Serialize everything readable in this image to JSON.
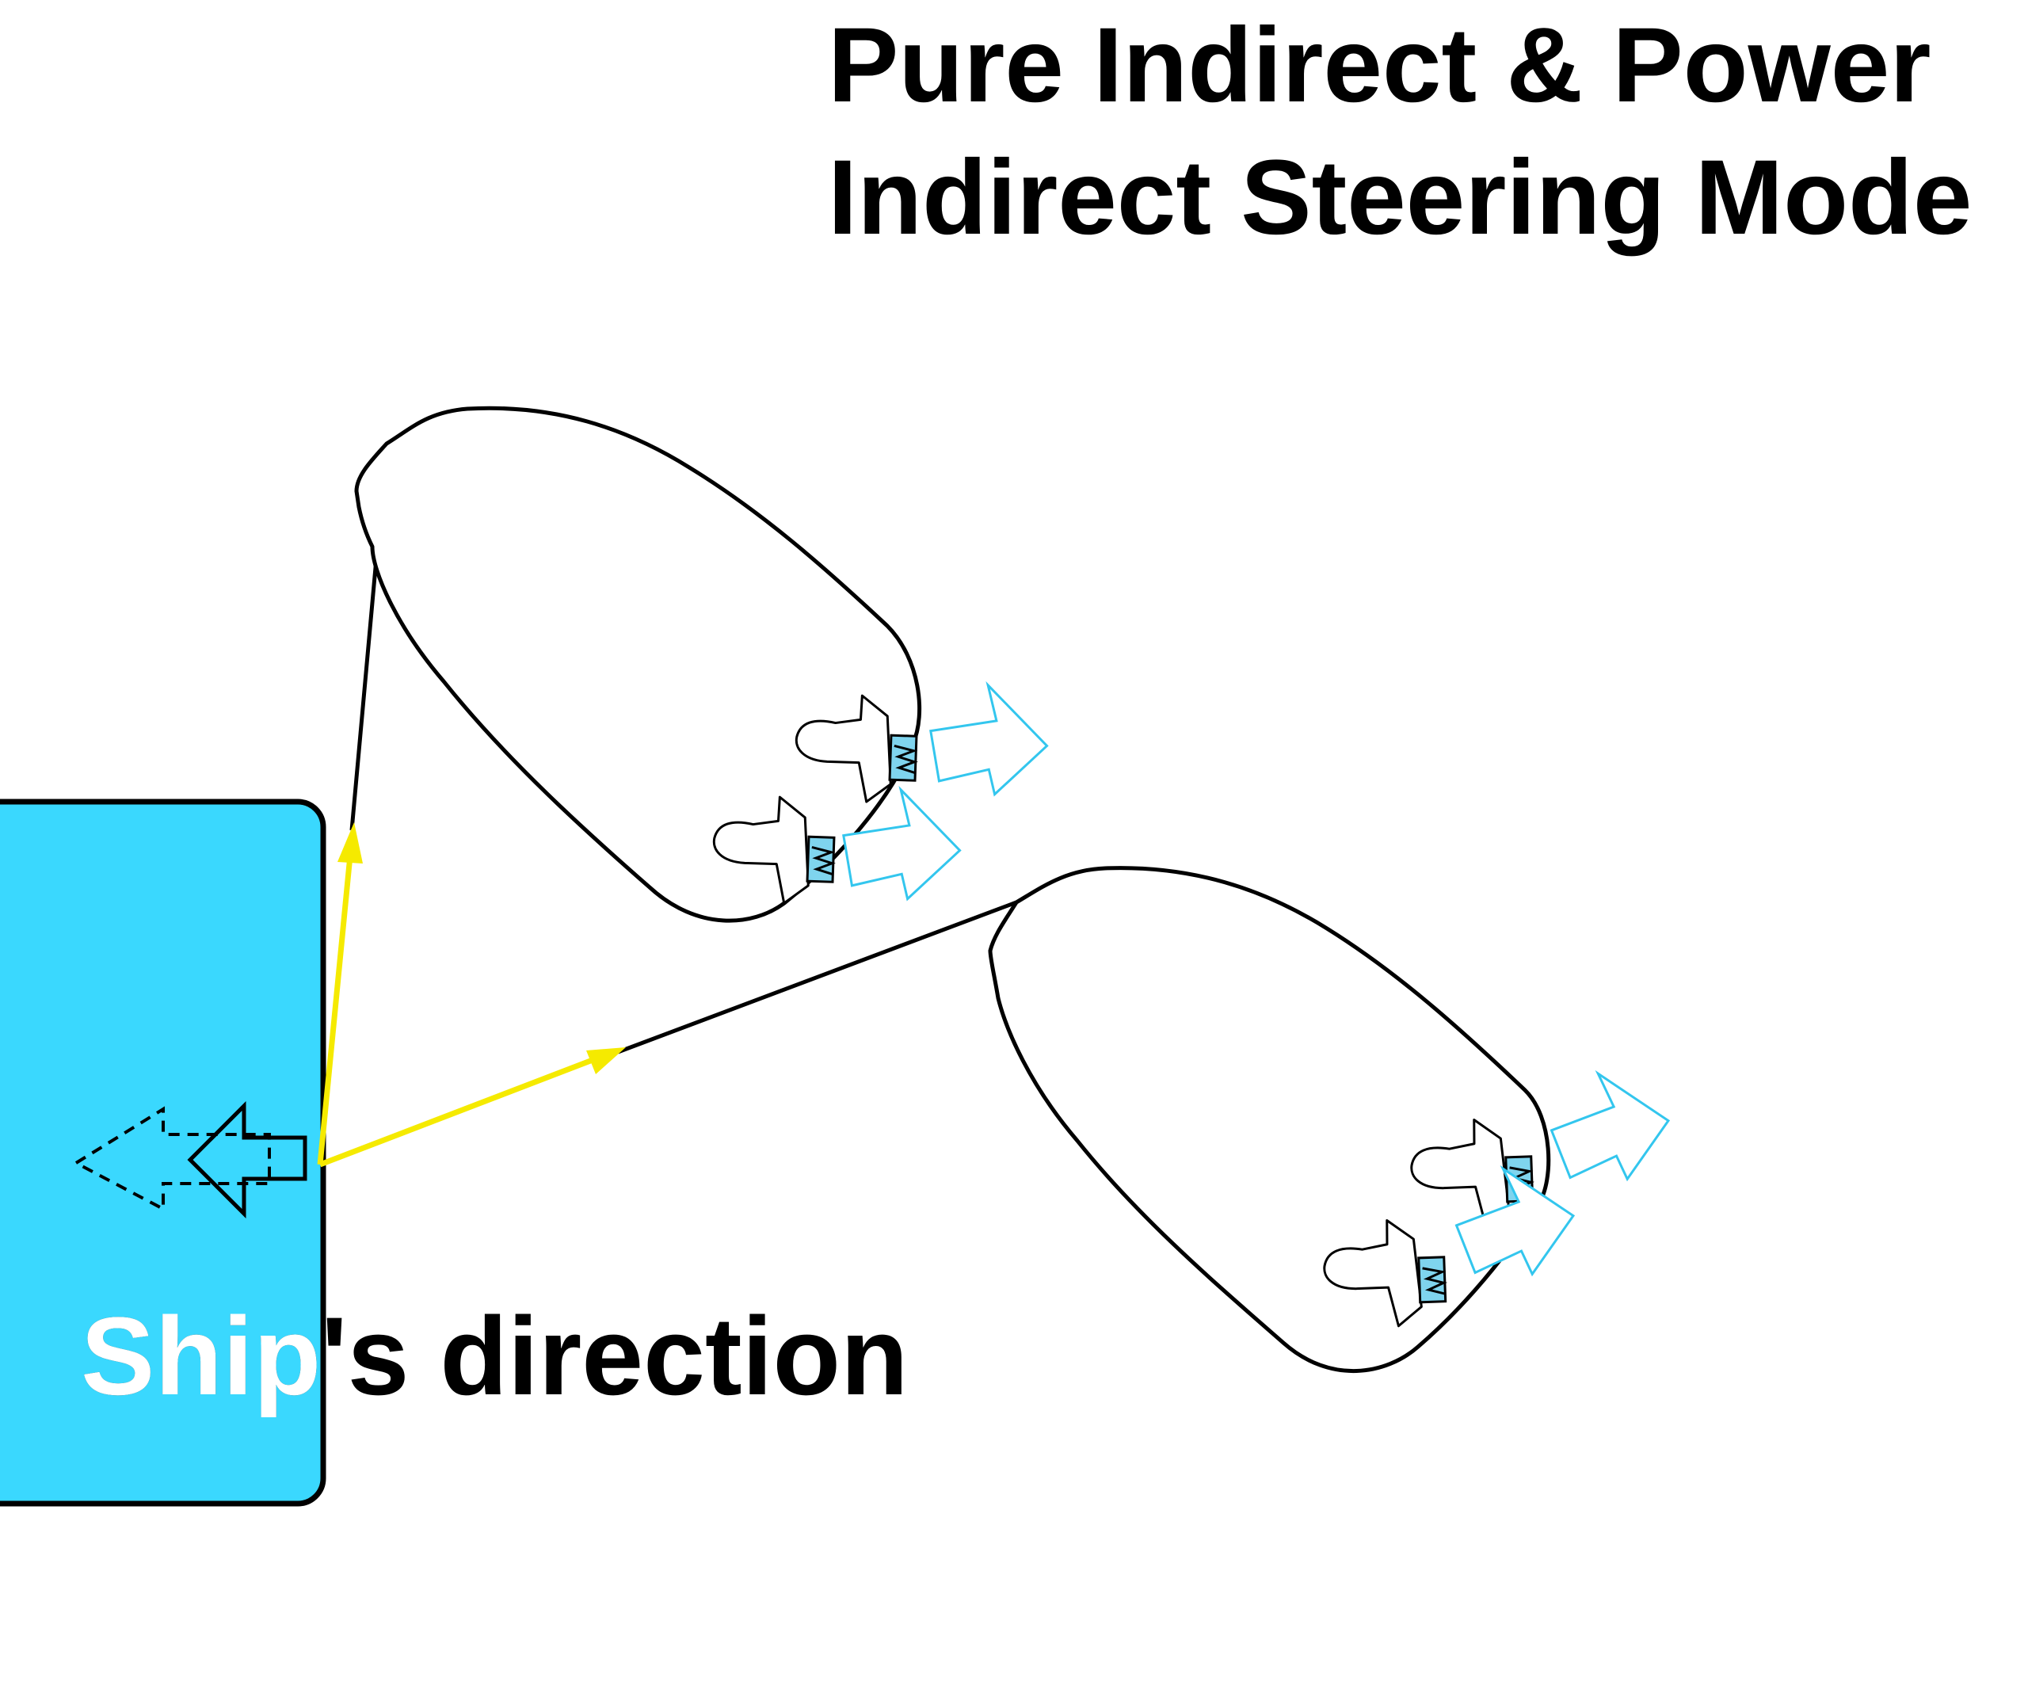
{
  "title": {
    "line1": "Pure Indirect & Power",
    "line2": "Indirect Steering Mode"
  },
  "ship": {
    "label": "Ship's direction",
    "color": "#3ad8fe"
  },
  "colors": {
    "towline_force": "#f5ea00",
    "thrust_arrow": "#33c6ee",
    "propeller": "#7fd4ee",
    "outline": "#000000"
  },
  "icons": [
    "ship-direction-arrow-icon",
    "thruster-icon",
    "thrust-arrow-icon"
  ]
}
